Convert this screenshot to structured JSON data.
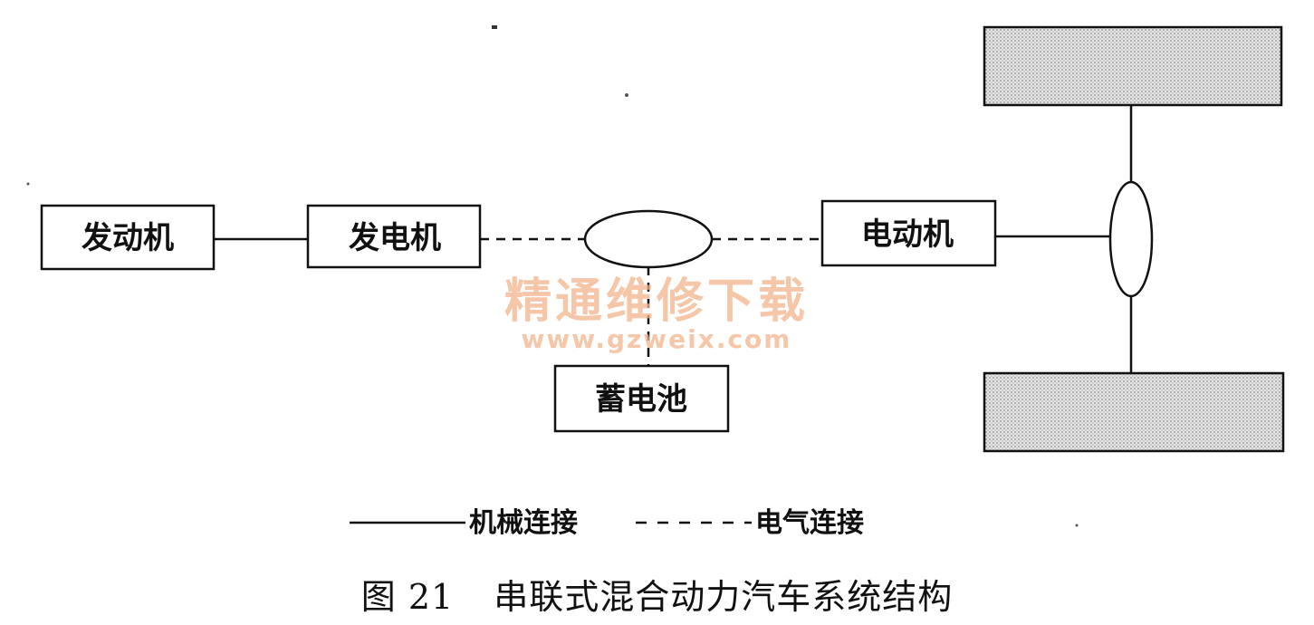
{
  "components": {
    "engine": "发动机",
    "generator": "发电机",
    "motor": "电动机",
    "battery": "蓄电池"
  },
  "legend": {
    "mechanical": "机械连接",
    "electrical": "电气连接"
  },
  "caption": {
    "figure_number": "图 21",
    "title": "串联式混合动力汽车系统结构"
  },
  "watermark": {
    "text": "精通维修下载",
    "url": "www.gzweix.com"
  },
  "colors": {
    "line": "#111111",
    "wheel_fill": "#cfcfcf",
    "watermark": "#f3b38c"
  }
}
